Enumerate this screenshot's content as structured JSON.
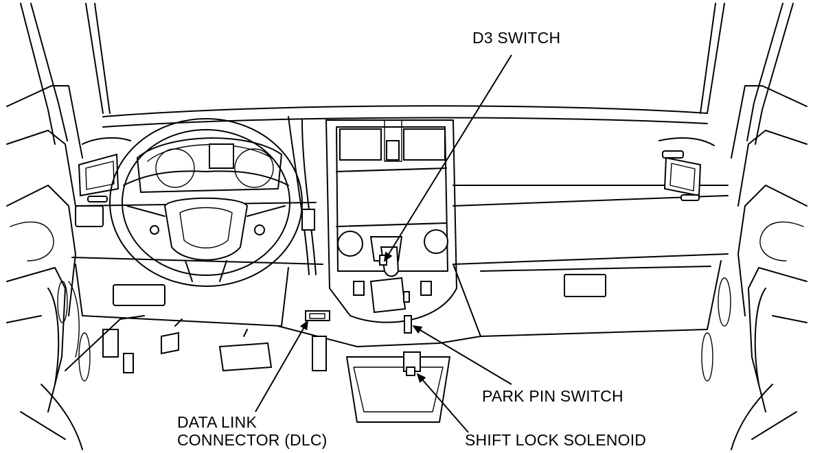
{
  "labels": {
    "d3_switch": "D3 SWITCH",
    "park_pin_switch": "PARK PIN SWITCH",
    "shift_lock_solenoid": "SHIFT LOCK SOLENOID",
    "dlc_line1": "DATA LINK",
    "dlc_line2": "CONNECTOR (DLC)"
  },
  "colors": {
    "ink": "#000000",
    "paper": "#ffffff"
  }
}
